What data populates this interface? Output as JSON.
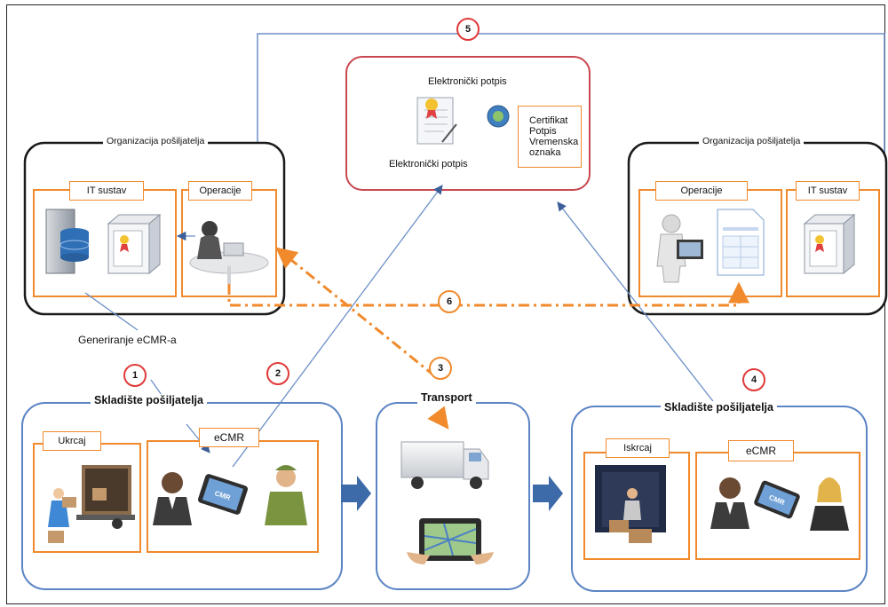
{
  "center_box": {
    "title": "Elektronički potpis",
    "subtitle": "Elektronički potpis",
    "info_lines": [
      "Certifikat",
      "Potpis",
      "Vremenska",
      "oznaka"
    ]
  },
  "left_org": {
    "title": "Organizacija pošiljatelja",
    "it_label": "IT sustav",
    "ops_label": "Operacije"
  },
  "right_org": {
    "title": "Organizacija pošiljatelja",
    "it_label": "IT sustav",
    "ops_label": "Operacije"
  },
  "generate_label": "Generiranje eCMR-a",
  "bottom_left": {
    "title": "Skladište pošiljatelja",
    "load_label": "Ukrcaj",
    "ecmr_label": "eCMR"
  },
  "transport": {
    "title": "Transport"
  },
  "bottom_right": {
    "title": "Skladište pošiljatelja",
    "unload_label": "Iskrcaj",
    "ecmr_label": "eCMR"
  },
  "steps": [
    "1",
    "2",
    "3",
    "4",
    "5",
    "6"
  ],
  "device_text": "CMR",
  "colors": {
    "orange": "#f08a2c",
    "red": "#e03a3a",
    "blue": "#5b84c4",
    "line": "#6b8fc6",
    "dark": "#1a1a1a",
    "arrow": "#3d6aa8"
  }
}
